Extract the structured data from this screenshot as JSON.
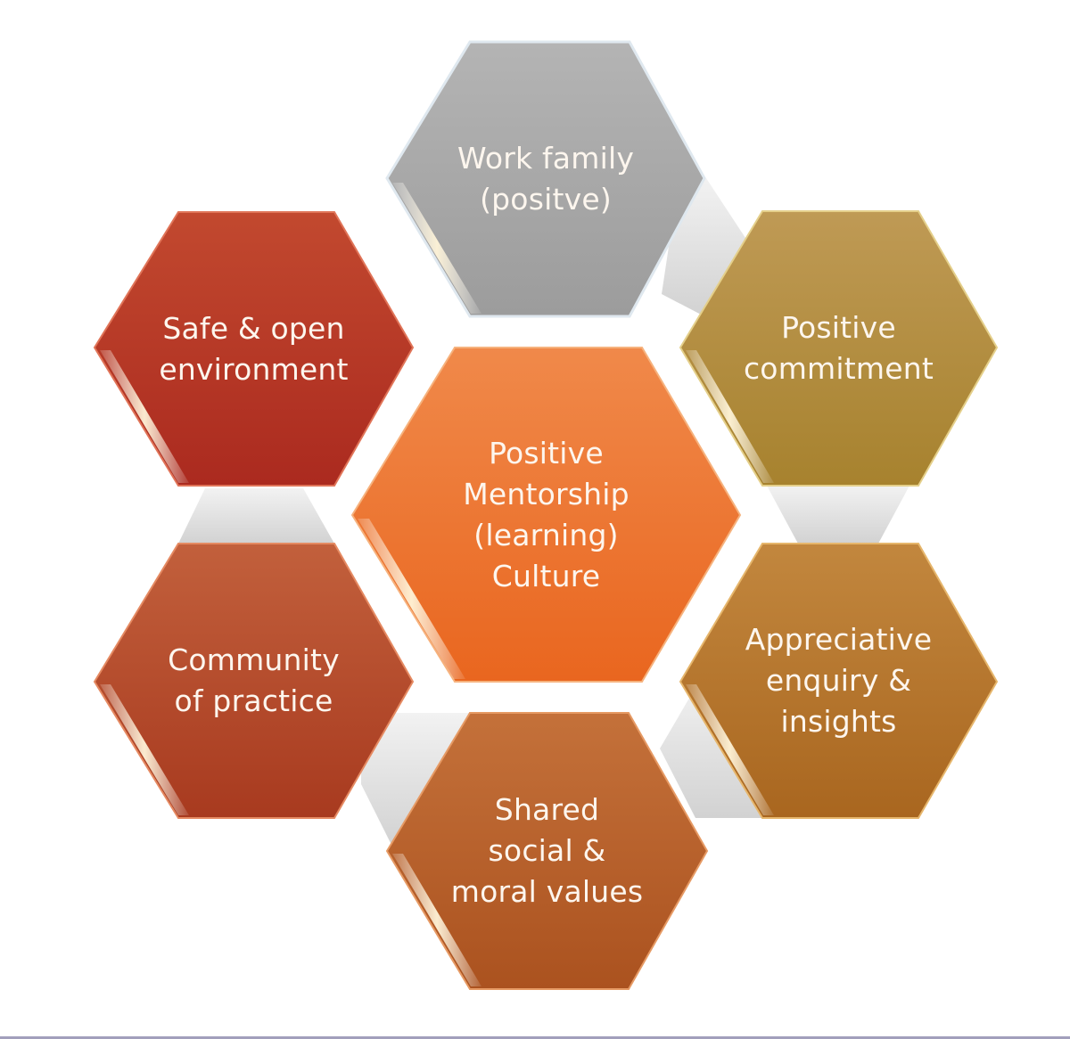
{
  "diagram": {
    "type": "hexagon-cluster",
    "center": {
      "id": "center",
      "lines": [
        "Positive",
        "Mentorship",
        "(learning)",
        "Culture"
      ],
      "color_top": "#f0894a",
      "color_bottom": "#e9661f"
    },
    "nodes": [
      {
        "id": "work-family",
        "lines": [
          "Work family",
          "(positve)"
        ],
        "color_top": "#b4b4b4",
        "color_bottom": "#9c9c9c"
      },
      {
        "id": "positive-commitment",
        "lines": [
          "Positive",
          "commitment"
        ],
        "color_top": "#bf9a55",
        "color_bottom": "#a7822e"
      },
      {
        "id": "appreciative-enquiry",
        "lines": [
          "Appreciative",
          "enquiry &",
          "insights"
        ],
        "color_top": "#c2873e",
        "color_bottom": "#a9661f"
      },
      {
        "id": "shared-values",
        "lines": [
          "Shared",
          "social &",
          "moral values"
        ],
        "color_top": "#c4713a",
        "color_bottom": "#ab521f"
      },
      {
        "id": "community-practice",
        "lines": [
          "Community",
          "of practice"
        ],
        "color_top": "#c2603c",
        "color_bottom": "#a83a1f"
      },
      {
        "id": "safe-environment",
        "lines": [
          "Safe & open",
          "environment"
        ],
        "color_top": "#c2492f",
        "color_bottom": "#ab2a1f"
      }
    ],
    "connector_color": "#dcdcdc",
    "footer_rule_color": "#a29fbc"
  }
}
